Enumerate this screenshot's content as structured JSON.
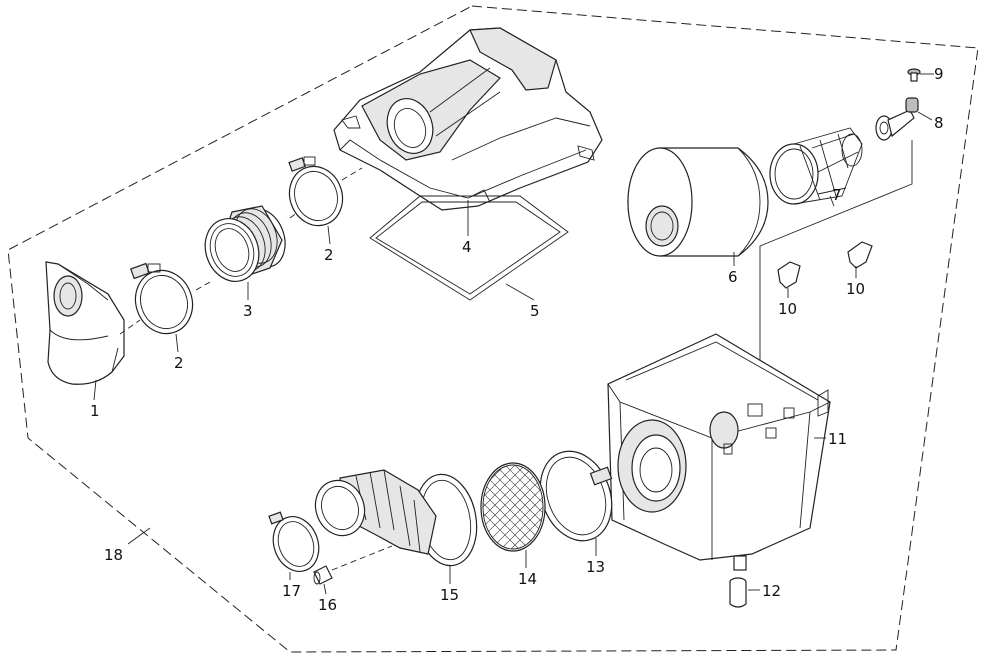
{
  "callouts": {
    "c1": "1",
    "c2a": "2",
    "c2b": "2",
    "c3": "3",
    "c4": "4",
    "c5": "5",
    "c6": "6",
    "c7": "7",
    "c8": "8",
    "c9": "9",
    "c10a": "10",
    "c10b": "10",
    "c11": "11",
    "c12": "12",
    "c13": "13",
    "c14": "14",
    "c15": "15",
    "c16": "16",
    "c17": "17",
    "c18": "18"
  }
}
